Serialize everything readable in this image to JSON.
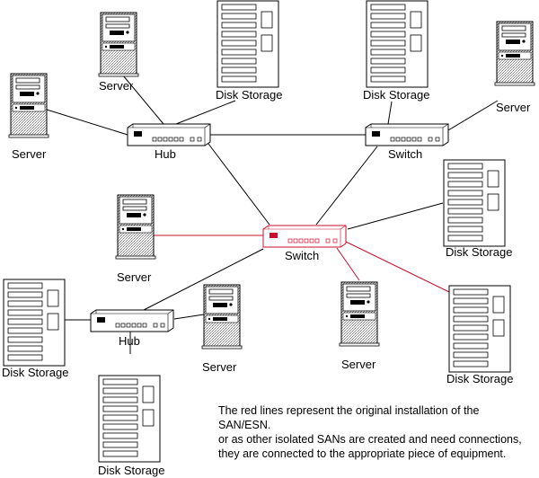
{
  "labels": {
    "server": "Server",
    "disk_storage": "Disk Storage",
    "hub": "Hub",
    "switch": "Switch"
  },
  "note": {
    "line1": "The red lines represent the original installation of the SAN/ESN.",
    "line2": "or as other isolated SANs are created and need connections, they are connected to the appropriate piece of equipment."
  },
  "colors": {
    "red_link": "#c8102e",
    "black_link": "#000000",
    "texture": "#9a9a9a"
  },
  "icons": {
    "server": "server-tower-icon",
    "storage": "disk-storage-icon",
    "hub": "hub-icon",
    "switch": "switch-icon"
  }
}
